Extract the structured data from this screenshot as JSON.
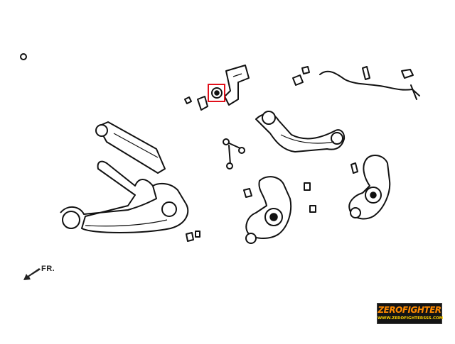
{
  "diagram": {
    "direction_label": "FR.",
    "highlight_color": "#e10f1a",
    "brand": {
      "name": "ZEROFIGHTER",
      "url": "WWW.ZEROFIGHTERSSS.COM",
      "colors": {
        "background": "#141414",
        "name": "#ff8a00",
        "url": "#ffd200"
      }
    },
    "components": [
      "sway-bar",
      "sway-bar-bushing-highlighted",
      "sway-bar-bracket",
      "end-link",
      "brake-line-bracket",
      "upper-camber-arm",
      "trailing-arm",
      "lower-control-arm",
      "knuckle-left",
      "knuckle-right",
      "bushings-and-nuts"
    ]
  }
}
